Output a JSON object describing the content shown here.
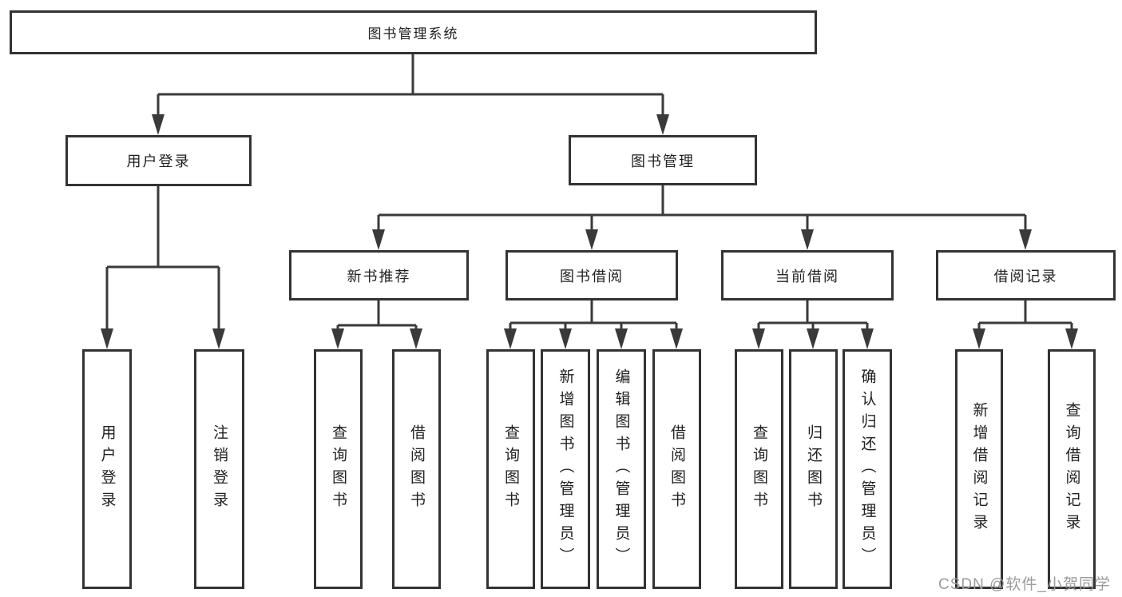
{
  "tree": {
    "root": {
      "label": "图书管理系统"
    },
    "user_branch": {
      "label": "用户登录",
      "children": [
        {
          "label": "用户登录"
        },
        {
          "label": "注销登录"
        }
      ]
    },
    "book_branch": {
      "label": "图书管理",
      "sections": [
        {
          "label": "新书推荐",
          "children": [
            {
              "label": "查询图书"
            },
            {
              "label": "借阅图书"
            }
          ]
        },
        {
          "label": "图书借阅",
          "children": [
            {
              "label": "查询图书"
            },
            {
              "label": "新增图书（管理员）"
            },
            {
              "label": "编辑图书（管理员）"
            },
            {
              "label": "借阅图书"
            }
          ]
        },
        {
          "label": "当前借阅",
          "children": [
            {
              "label": "查询图书"
            },
            {
              "label": "归还图书"
            },
            {
              "label": "确认归还（管理员）"
            }
          ]
        },
        {
          "label": "借阅记录",
          "children": [
            {
              "label": "新增借阅记录"
            },
            {
              "label": "查询借阅记录"
            }
          ]
        }
      ]
    }
  },
  "watermark": {
    "text": "CSDN @软件_小贺同学"
  },
  "colors": {
    "line": "#3a3a3a",
    "border": "#333333",
    "text": "#222222",
    "watermark": "#9b9b9b",
    "background": "#ffffff"
  }
}
